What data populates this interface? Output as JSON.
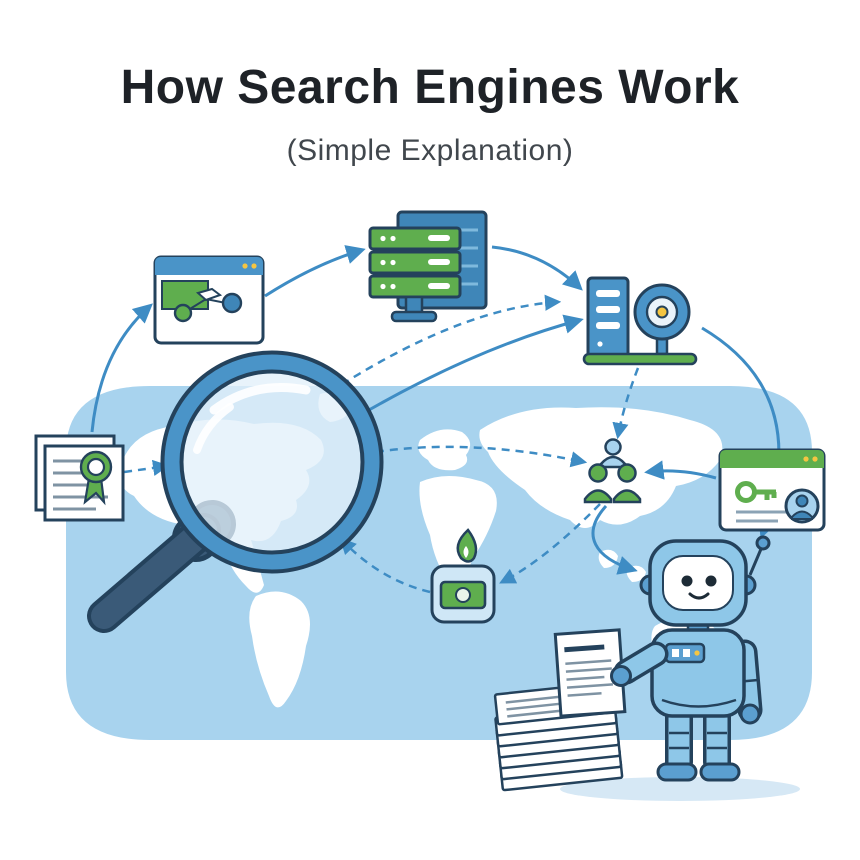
{
  "header": {
    "title": "How Search Engines Work",
    "subtitle": "(Simple Explanation)"
  },
  "illustration": {
    "icons": [
      "browser-flowchart-icon",
      "server-rack-icon",
      "server-fan-icon",
      "document-badge-icon",
      "magnifying-glass-icon",
      "users-icon",
      "browser-key-icon",
      "flame-money-icon",
      "robot-document-icon",
      "paper-stack-icon",
      "robot-mascot",
      "world-map",
      "flow-arrows"
    ],
    "palette": {
      "background": "#ffffff",
      "map_blue": "#a8d3ee",
      "arrow_blue": "#3e8cc4",
      "accent_blue": "#4a94c8",
      "deep_blue": "#3f86b8",
      "robot_blue": "#8ec7e8",
      "robot_blue_dark": "#5b9fd0",
      "green": "#5fae4e",
      "outline_navy": "#24425c",
      "yellow": "#f4c542",
      "title_color": "#1e2227",
      "subtitle_color": "#41474d"
    }
  }
}
